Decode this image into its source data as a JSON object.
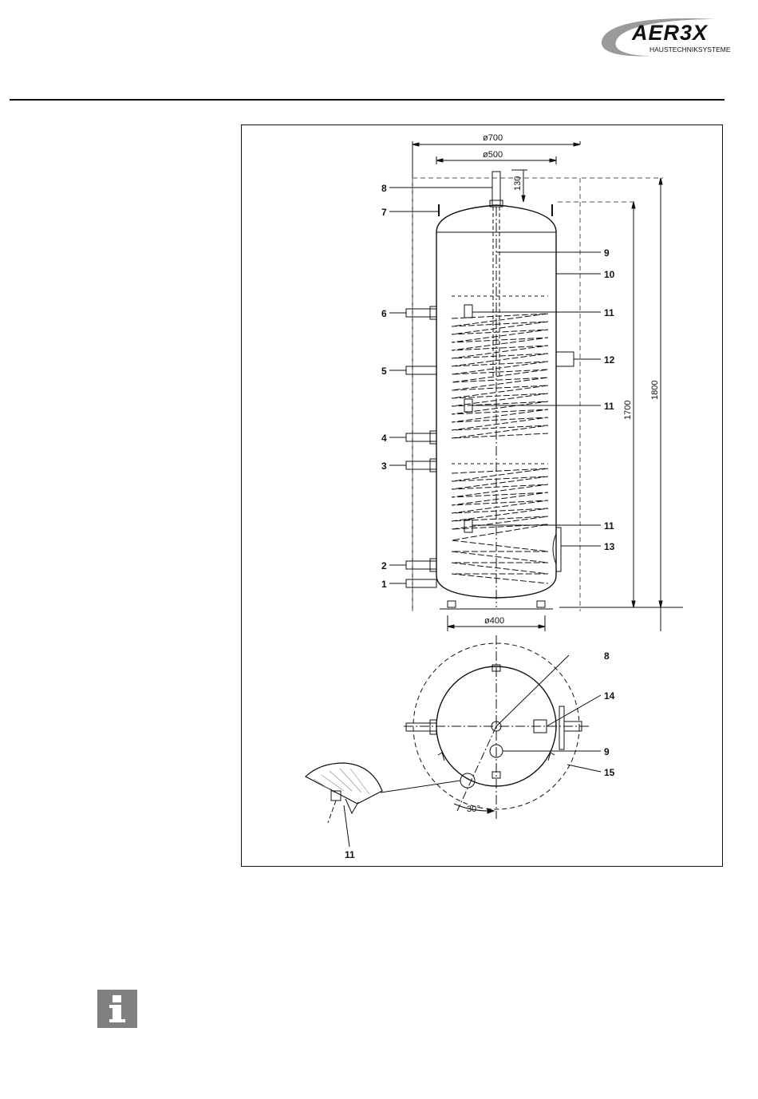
{
  "brand": {
    "name": "AER3X",
    "tagline": "HAUSTECHNIKSYSTEME"
  },
  "diagram": {
    "dimensions": {
      "outer_diameter": "ø700",
      "inner_diameter": "ø500",
      "base_diameter": "ø400",
      "top_offset": "130",
      "height_tank": "1700",
      "height_total": "1800",
      "angle": "30°"
    },
    "callouts": {
      "c1": "1",
      "c2": "2",
      "c3": "3",
      "c4": "4",
      "c5": "5",
      "c6": "6",
      "c7": "7",
      "c8_side": "8",
      "c9_side": "9",
      "c10": "10",
      "c11_top": "11",
      "c12": "12",
      "c11_mid": "11",
      "c11_low": "11",
      "c13": "13",
      "c8_top": "8",
      "c14": "14",
      "c9_top": "9",
      "c15": "15",
      "c11_detail": "11"
    }
  },
  "icons": {
    "info": "info-icon",
    "logo": "aerex-logo-icon"
  },
  "colors": {
    "icon_gray": "#808080",
    "ink": "#111111"
  }
}
